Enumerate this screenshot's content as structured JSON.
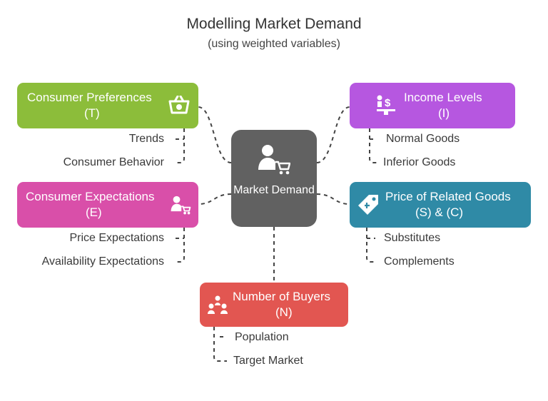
{
  "title": "Modelling Market Demand",
  "subtitle": "(using weighted variables)",
  "center": {
    "line1": "Market",
    "line2": "Demand",
    "icon": "person-cart-icon"
  },
  "nodes": {
    "preferences": {
      "title": "Consumer Preferences",
      "code": "(T)",
      "color": "#8cbd3a",
      "icon": "basket-icon",
      "items": [
        "Trends",
        "Consumer Behavior"
      ]
    },
    "expectations": {
      "title": "Consumer Expectations",
      "code": "(E)",
      "color": "#d94fa9",
      "icon": "person-cart-icon",
      "items": [
        "Price Expectations",
        "Availability Expectations"
      ]
    },
    "income": {
      "title": "Income Levels",
      "code": "(I)",
      "color": "#b657e0",
      "icon": "money-scale-icon",
      "items": [
        "Normal Goods",
        "Inferior Goods"
      ]
    },
    "related": {
      "title": "Price of Related Goods",
      "code": "(S) & (C)",
      "color": "#2f8aa6",
      "icon": "price-tag-icon",
      "items": [
        "Substitutes",
        "Complements"
      ]
    },
    "buyers": {
      "title": "Number of Buyers",
      "code": "(N)",
      "color": "#e25651",
      "icon": "group-icon",
      "items": [
        "Population",
        "Target Market"
      ]
    }
  }
}
